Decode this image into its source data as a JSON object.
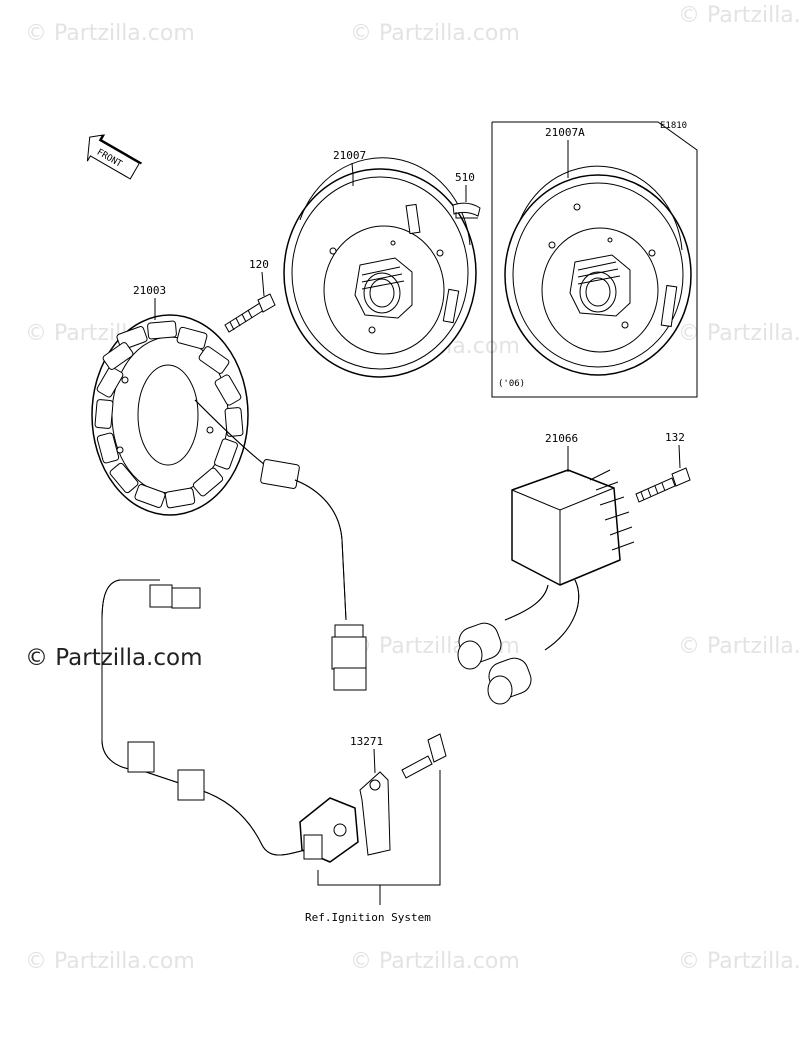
{
  "watermarks": {
    "text": "© Partzilla.com",
    "main_text": "© Partzilla.com"
  },
  "diagram": {
    "code": "E1810",
    "front_label": "FRONT",
    "year_note": "('06)",
    "ref_note": "Ref.Ignition System"
  },
  "parts": [
    {
      "id": "21007",
      "label": "21007"
    },
    {
      "id": "510",
      "label": "510"
    },
    {
      "id": "21007A",
      "label": "21007A"
    },
    {
      "id": "120",
      "label": "120"
    },
    {
      "id": "21003",
      "label": "21003"
    },
    {
      "id": "21066",
      "label": "21066"
    },
    {
      "id": "132",
      "label": "132"
    },
    {
      "id": "13271",
      "label": "13271"
    }
  ]
}
